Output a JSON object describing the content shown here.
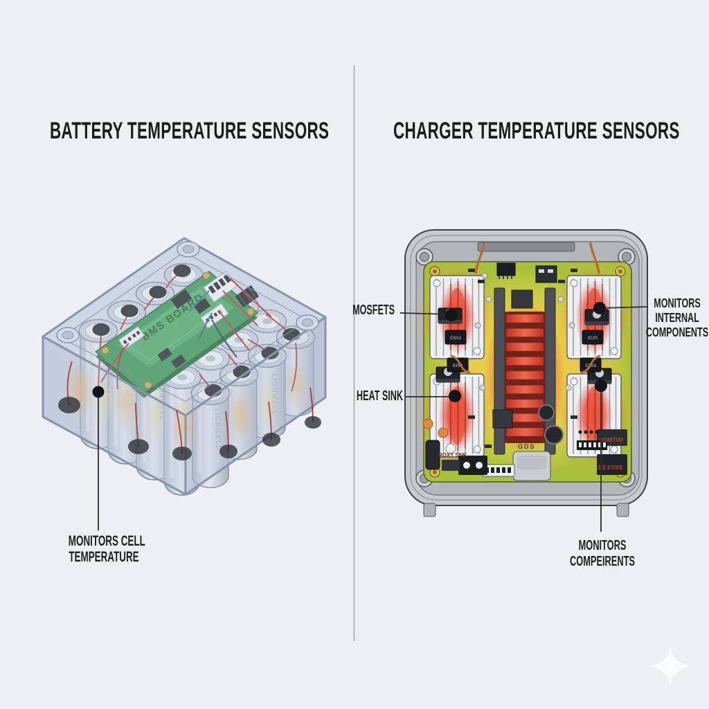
{
  "page": {
    "background": "#edeff2",
    "divider_color": "#a4a8ad",
    "text_color": "#1b1c1e",
    "leader_color": "#2b2b2b"
  },
  "colors": {
    "pcb_cool_green": "#a9c03c",
    "pcb_warm_yellow": "#f0dd52",
    "pcb_hot_red": "#e03424",
    "charger_case_gray": "#c7cbd0",
    "bms_board_green": "#2e9147",
    "battery_case_blue": "#ccd4e4"
  },
  "left_panel": {
    "title": "BATTERY TEMPERATURE SENSORS",
    "callout_cell_temperature": {
      "line1": "MONITORS CELL",
      "line2": "TEMPERATURE"
    },
    "battery_pack": {
      "bms_board_text": "BMS BOARD",
      "cell_brand_text": "LIONWELL"
    }
  },
  "right_panel": {
    "title": "CHARGER TEMPERATURE SENSORS",
    "callout_mosfets": "MOSFETS",
    "callout_heat_sink": "HEAT SINK",
    "callout_internal": {
      "line1": "MONITORS",
      "line2": "INTERNAL",
      "line3": "COMPONENTS"
    },
    "callout_components": {
      "line1": "MONITORS",
      "line2": "COMPEIRENTS"
    },
    "silkscreen": {
      "s1": "ROXT SNK",
      "s2": "GDS",
      "s3": "ROMT0D",
      "s4": "ES ST/0S"
    },
    "chip_marks": {
      "c1": "C0A1",
      "c2": "IC20",
      "c3": "IOS2",
      "c4": "C203"
    }
  }
}
